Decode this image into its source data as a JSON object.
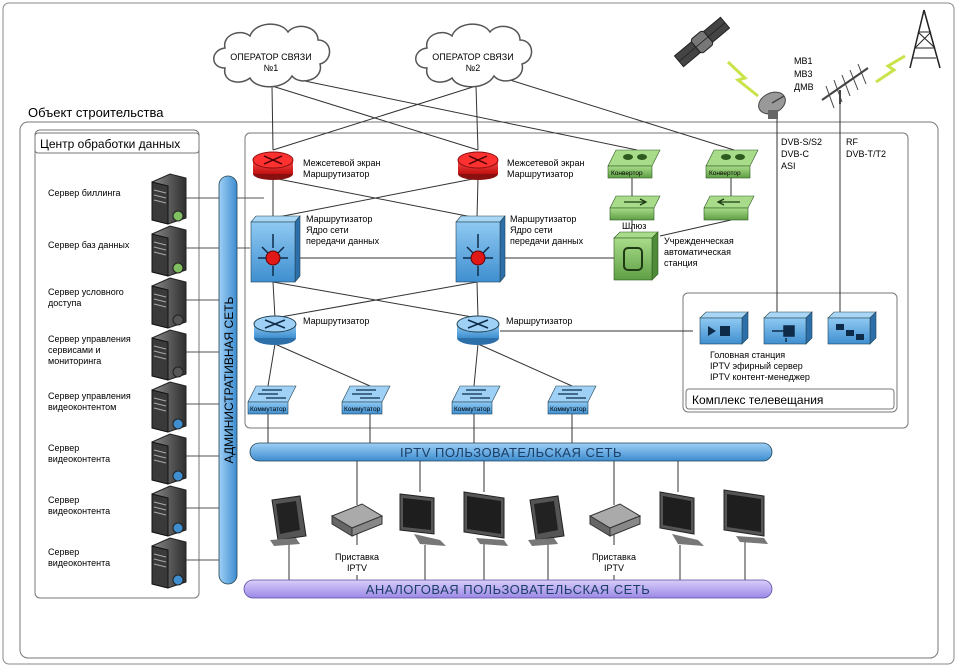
{
  "operators": [
    "ОПЕРАТОР СВЯЗИ\n№1",
    "ОПЕРАТОР СВЯЗИ\n№2"
  ],
  "object_title": "Объект строительства",
  "dc_title": "Центр обработки данных",
  "servers": [
    "Сервер биллинга",
    "Сервер баз данных",
    "Сервер условного\nдоступа",
    "Сервер управления\nсервисами и\nмониторинга",
    "Сервер управления\nвидеоконтентом",
    "Сервер\nвидеоконтента",
    "Сервер\nвидеоконтента",
    "Сервер\nвидеоконтента"
  ],
  "admin_bus": "АДМИНИСТРАТИВНАЯ СЕТЬ",
  "firewall_label": "Межсетевой экран\nМаршрутизатор",
  "core_label": "Маршрутизатор\nЯдро сети\nпередачи данных",
  "router_label": "Маршрутизатор",
  "switch_label": "Коммутатор",
  "converter_label": "Конвертор",
  "gateway_label": "Шлюз",
  "pbx_label": "Учрежденческая\nавтоматическая\nстанция",
  "broadcast_devices_label": "Головная станция\nIPTV эфирный сервер\nIPTV контент-менеджер",
  "broadcast_title": "Комплекс телевещания",
  "satellite_labels": "DVB-S/S2\nDVB-C\nASI",
  "antenna_bands": "МВ1\nМВ3\nДМВ",
  "terrestrial_labels": "RF\nDVB-T/T2",
  "iptv_bus": "IPTV ПОЛЬЗОВАТЕЛЬСКАЯ СЕТЬ",
  "analog_bus": "АНАЛОГОВАЯ ПОЛЬЗОВАТЕЛЬСКАЯ СЕТЬ",
  "stb_label": "Приставка\nIPTV",
  "colors": {
    "device_blue": "#5aa8e0",
    "firewall_red": "#e02020",
    "green_device": "#7fbf5f",
    "bus_blue": "#5ea4dc",
    "bus_violet": "#b7a6f0"
  }
}
